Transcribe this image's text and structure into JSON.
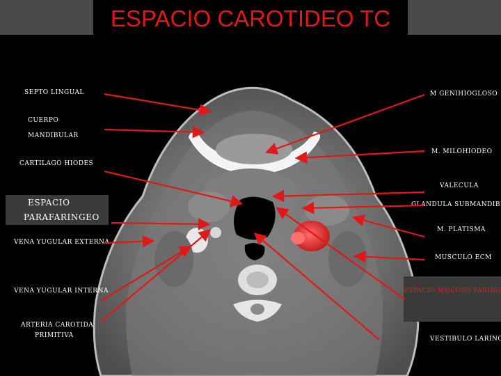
{
  "title": "ESPACIO CAROTIDEO TC",
  "accent_color": "#e01818",
  "labels": {
    "septo_lingual": "SEPTO LINGUAL",
    "genihiogloso": "M GENIHIOGLOSO",
    "cuerpo": "CUERPO",
    "mandibular": "MANDIBULAR",
    "milohiodeo": "M. MILOHIODEO",
    "cartilago": "CARTILAGO HIODES",
    "valecula": "VALECULA",
    "espacio": "ESPACIO",
    "parafaringeo": "PARAFARINGEO",
    "glandula": "GLANDULA SUBMANDIBUALR",
    "platisma": "M. PLATISMA",
    "vena_externa": "VENA YUGULAR EXTERNA",
    "musculo_ecm": "MUSCULO ECM",
    "vena_interna": "VENA YUGULAR INTERNA",
    "mucoso": "ESPACIO MUCOSO FARINGEO",
    "arteria": "ARTERIA CAROTIDA",
    "primitiva": "PRIMITIVA",
    "vestibulo": "VESTIBULO LARINGEO"
  }
}
